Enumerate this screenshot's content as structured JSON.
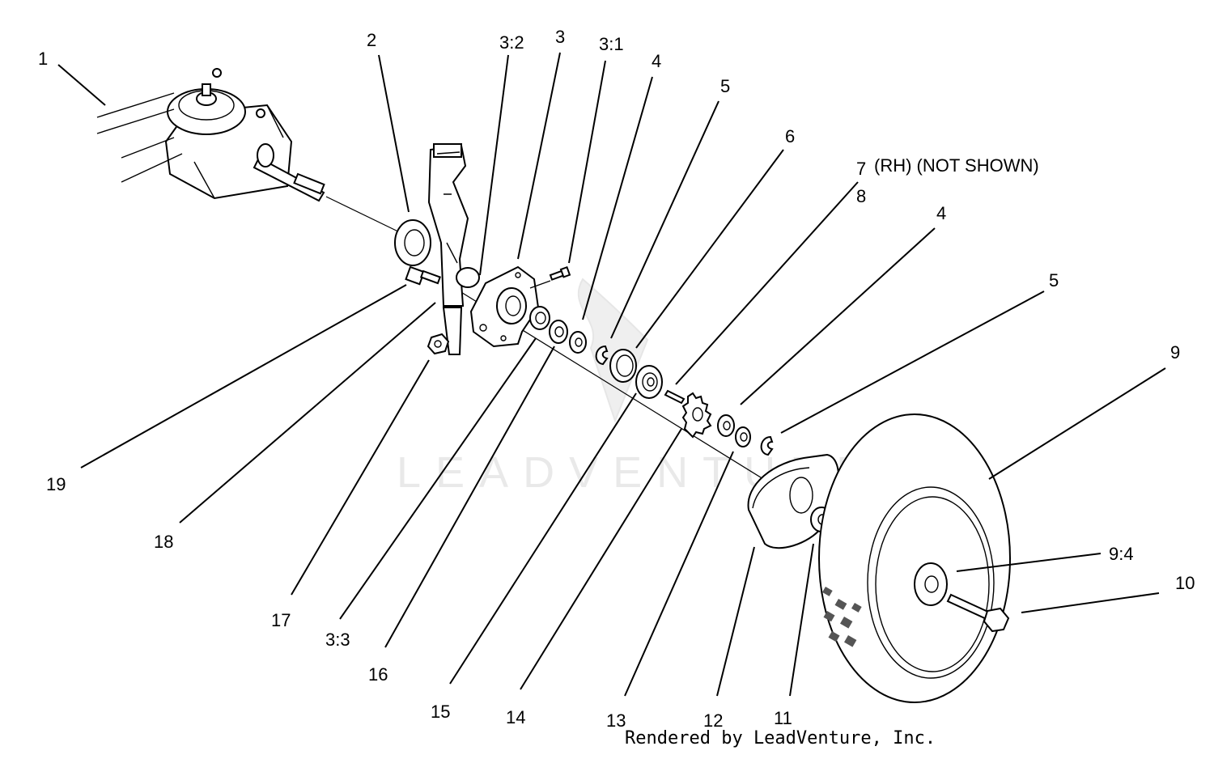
{
  "diagram": {
    "callouts": {
      "c1": "1",
      "c2": "2",
      "c3_2": "3:2",
      "c3": "3",
      "c3_1": "3:1",
      "c4_top": "4",
      "c5_top": "5",
      "c6": "6",
      "c7": "7",
      "c8": "8",
      "c4_right": "4",
      "c5_right": "5",
      "c9": "9",
      "c9_4": "9:4",
      "c10": "10",
      "c19": "19",
      "c18": "18",
      "c17": "17",
      "c3_3": "3:3",
      "c16": "16",
      "c15": "15",
      "c14": "14",
      "c13": "13",
      "c12": "12",
      "c11": "11"
    },
    "note_c7": "(RH) (NOT SHOWN)",
    "watermark": "LEADVENTURE",
    "credit": "Rendered by LeadVenture, Inc."
  }
}
